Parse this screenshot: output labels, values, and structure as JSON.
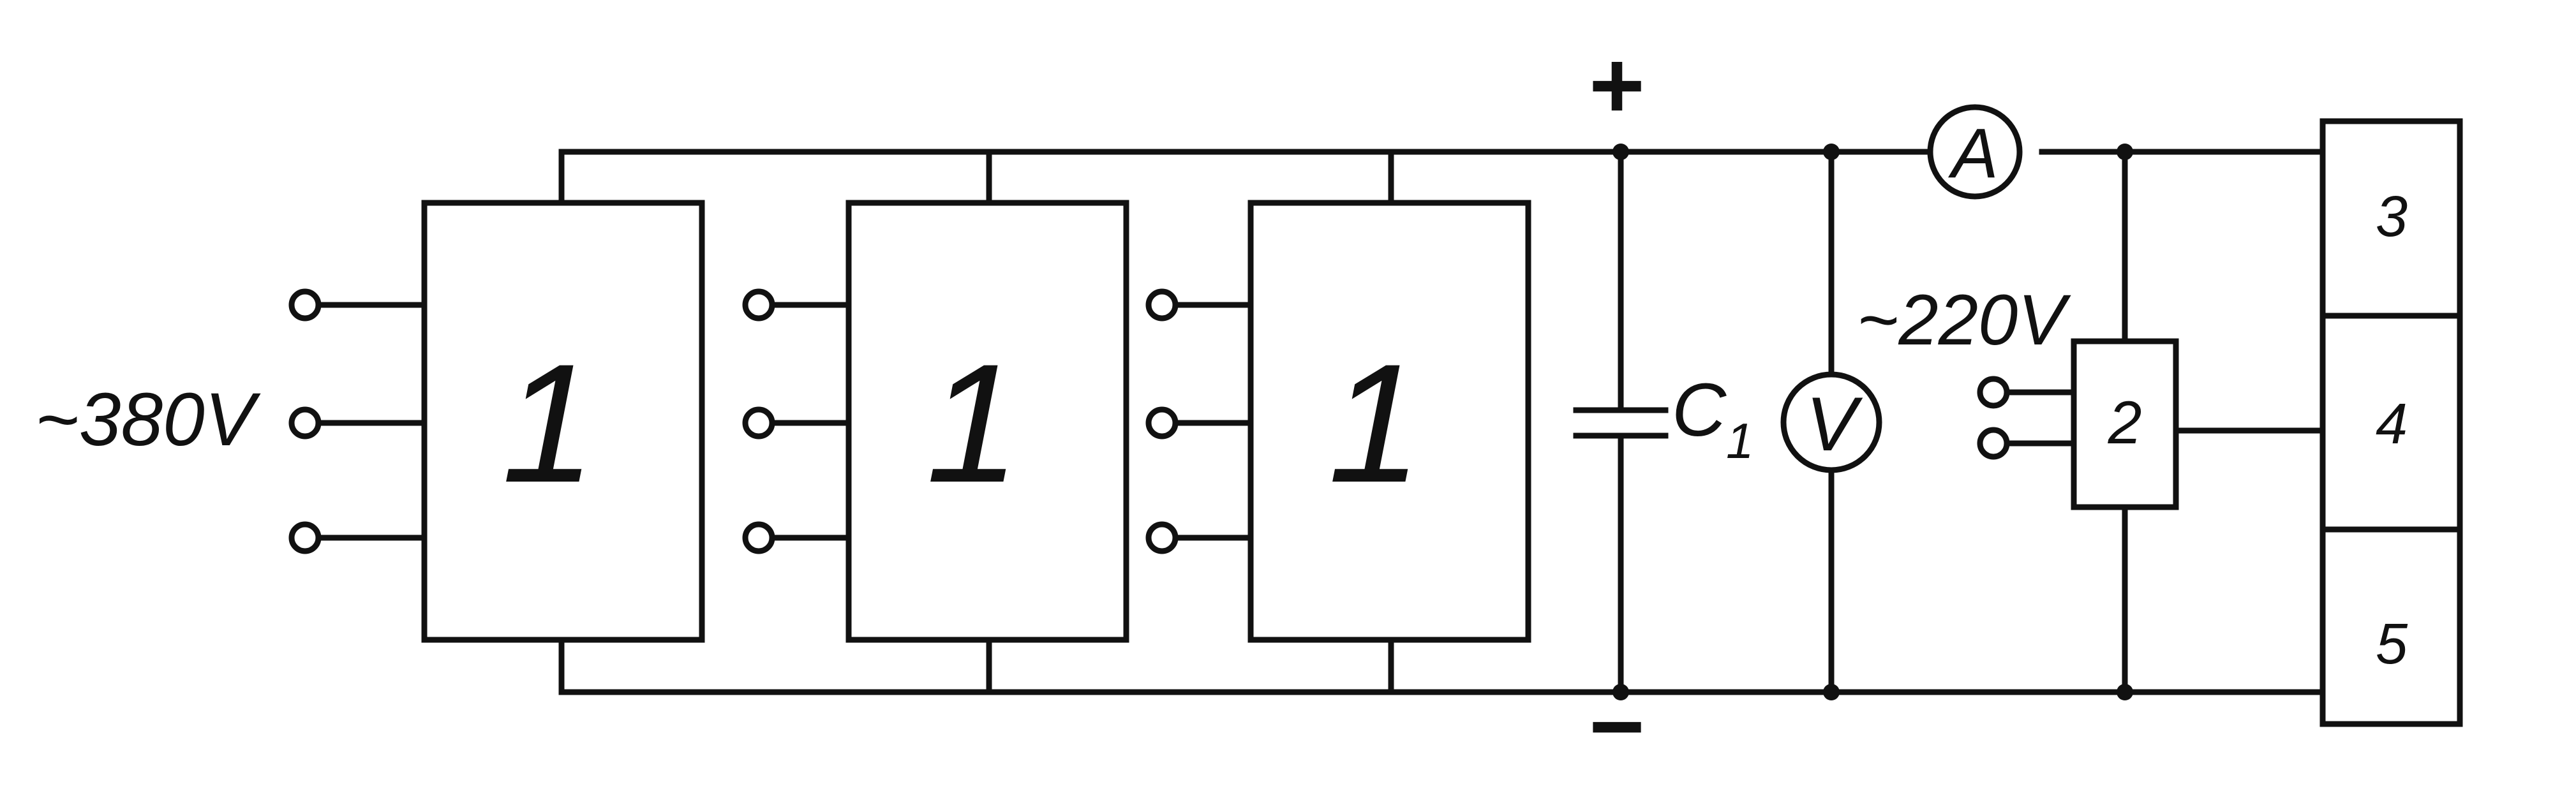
{
  "labels": {
    "input_voltage": "~380V",
    "output_voltage": "~220V",
    "plus": "+",
    "minus": "−",
    "capacitor": "C",
    "capacitor_sub": "1",
    "voltmeter": "V",
    "ammeter": "A",
    "module_1": "1",
    "module_2": "1",
    "module_3": "1",
    "block_2": "2",
    "load_3": "3",
    "load_4": "4",
    "load_5": "5"
  }
}
